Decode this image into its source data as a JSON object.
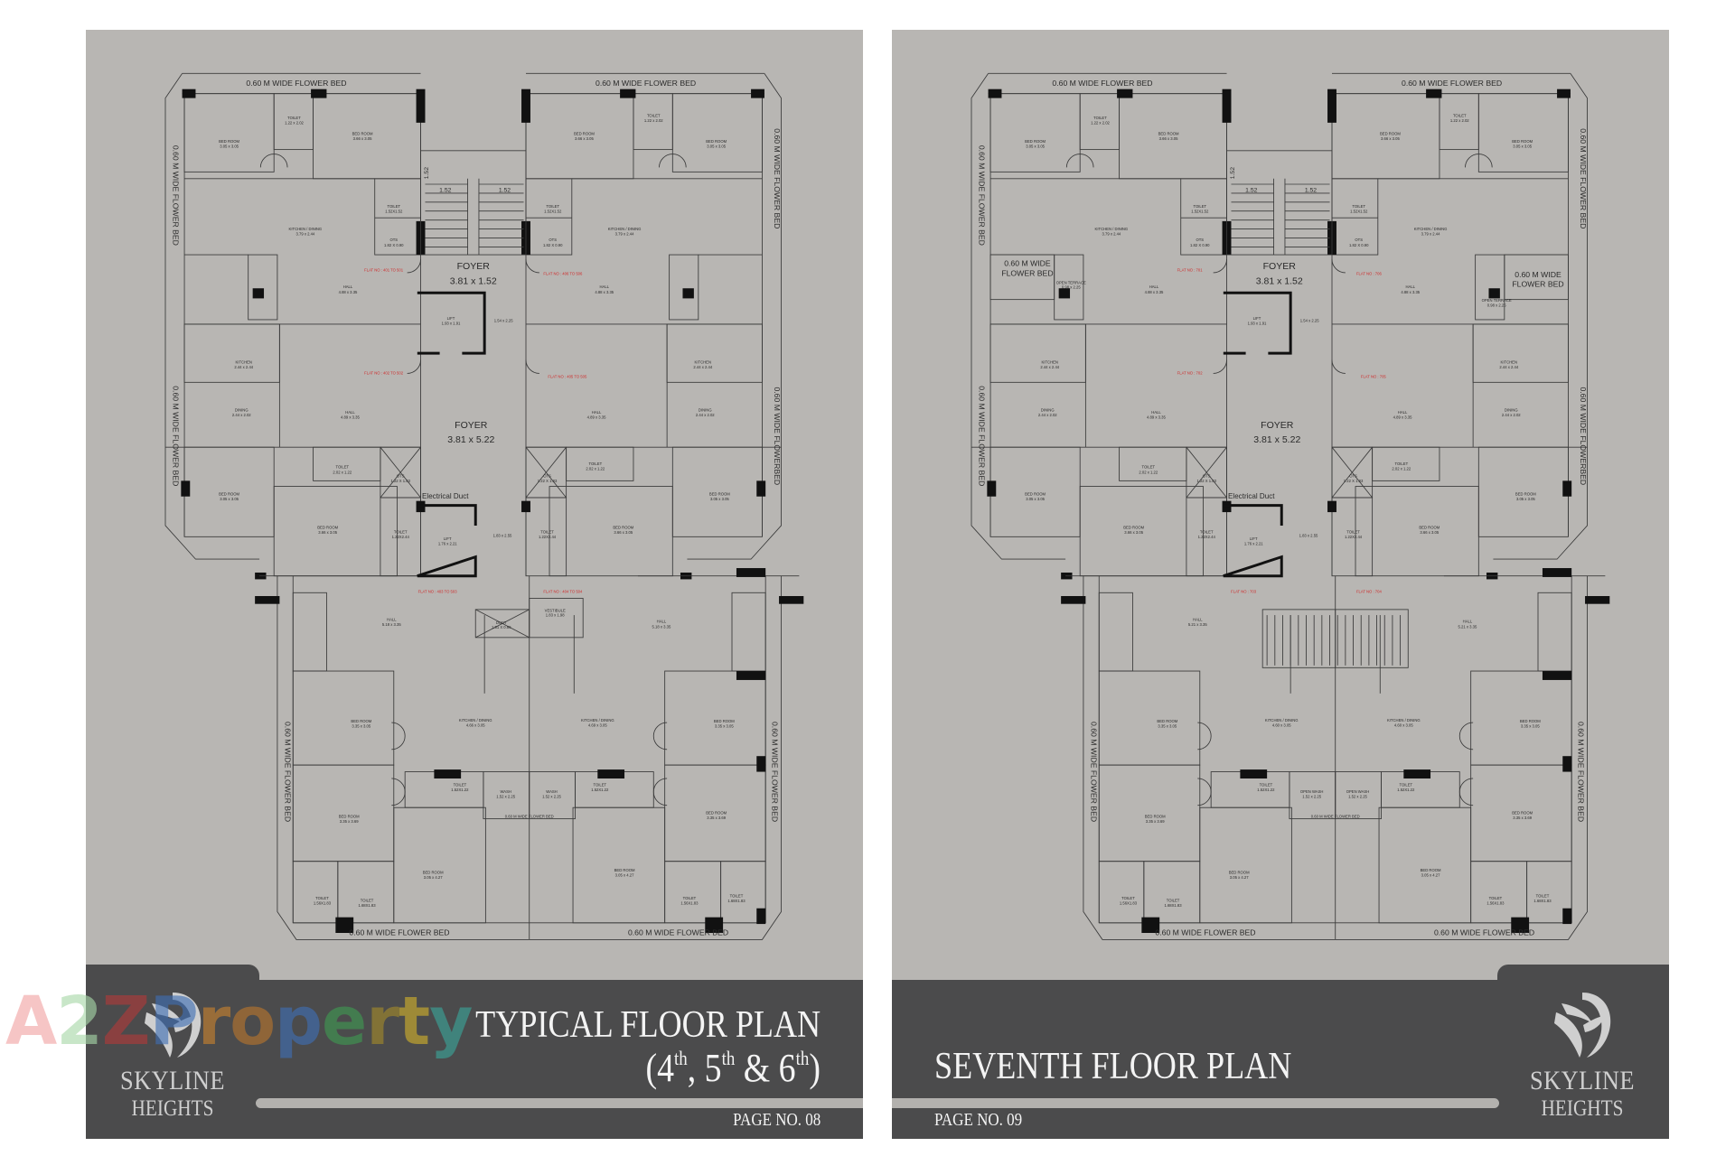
{
  "watermark": {
    "text": "A2Z Property",
    "letter_colors": [
      "#f2a3a3",
      "#a8d8a8",
      "#b23a3a",
      "#3f6fb5",
      "#c9822e",
      "#b9752c",
      "#3f6fb5",
      "#3f9a52",
      "#a48a2a",
      "#d1b22b",
      "#3aa69a"
    ]
  },
  "pages": [
    {
      "title": "TYPICAL FLOOR PLAN",
      "subtitle": {
        "open": "(4",
        "s1": "th",
        "m1": ", 5",
        "s2": "th",
        "m2": " & 6",
        "s3": "th",
        "close": ")"
      },
      "page_no": "PAGE NO. 08",
      "brand": {
        "line1": "SKYLINE",
        "line2": "HEIGHTS"
      },
      "foyers": [
        {
          "label": "FOYER",
          "dims": "3.81 x 1.52"
        },
        {
          "label": "FOYER",
          "dims": "3.81 x 5.22"
        }
      ],
      "electrical_duct": "Electrical Duct",
      "flower_bed": "0.60 M WIDE FLOWER BED",
      "flower_bed_alt": "0.60 M WIDE FLOWERBED",
      "stair_dims": [
        "1.52",
        "1.52",
        "1.52"
      ],
      "flats": [
        "FLAT NO : 401 TO 501",
        "FLAT NO : 406 TO 506",
        "FLAT NO : 402 TO 502",
        "FLAT NO : 405 TO 505",
        "FLAT NO : 403 TO 503",
        "FLAT NO : 404 TO 504"
      ],
      "rooms": [
        {
          "label": "BED ROOM",
          "dims": "3.05 x 3.05"
        },
        {
          "label": "TOILET",
          "dims": "1.22 x 2.02"
        },
        {
          "label": "BED ROOM",
          "dims": "3.66 x 3.05"
        },
        {
          "label": "KITCHEN / DINING",
          "dims": "3.79 x 2.44"
        },
        {
          "label": "TOILET",
          "dims": "1.52X1.52"
        },
        {
          "label": "OTS",
          "dims": "1.82 X 0.90"
        },
        {
          "label": "HALL",
          "dims": "4.88 x 3.35"
        },
        {
          "label": "LIFT",
          "dims": "1.93 x 1.91"
        },
        {
          "label": "",
          "dims": "1.54 x 2.25"
        },
        {
          "label": "KITCHEN",
          "dims": "2.44 x 2.44"
        },
        {
          "label": "DINING",
          "dims": "2.44 x 2.02"
        },
        {
          "label": "HALL",
          "dims": "4.89 x 3.35"
        },
        {
          "label": "TOILET",
          "dims": "2.02 x 1.22"
        },
        {
          "label": "OTS",
          "dims": "1.22 X 1.83"
        },
        {
          "label": "BED ROOM",
          "dims": "3.05 x 3.05"
        },
        {
          "label": "BED ROOM",
          "dims": "3.66 x 3.05"
        },
        {
          "label": "TOILET",
          "dims": "1.22X2.44"
        },
        {
          "label": "LIFT",
          "dims": "1.76 x 2.21"
        },
        {
          "label": "",
          "dims": "1.83 x 2.55"
        },
        {
          "label": "BED ROOM",
          "dims": "3.66 x 3.05"
        },
        {
          "label": "TOILET",
          "dims": "1.22 x 2.02"
        },
        {
          "label": "BED ROOM",
          "dims": "3.05 x 3.05"
        },
        {
          "label": "KITCHEN / DINING",
          "dims": "3.79 x 2.44"
        },
        {
          "label": "TOILET",
          "dims": "1.52X1.52"
        },
        {
          "label": "OTS",
          "dims": "1.82 X 0.90"
        },
        {
          "label": "HALL",
          "dims": "4.88 x 3.35"
        },
        {
          "label": "KITCHEN",
          "dims": "2.44 x 2.44"
        },
        {
          "label": "DINING",
          "dims": "2.44 x 2.02"
        },
        {
          "label": "HALL",
          "dims": "4.89 x 3.35"
        },
        {
          "label": "TOILET",
          "dims": "2.02 x 1.22"
        },
        {
          "label": "OTS",
          "dims": "1.22 X 1.83"
        },
        {
          "label": "BED ROOM",
          "dims": "3.05 x 3.05"
        },
        {
          "label": "BED ROOM",
          "dims": "3.66 x 3.05"
        },
        {
          "label": "TOILET",
          "dims": "1.22X2.44"
        },
        {
          "label": "HALL",
          "dims": "5.18 x 3.35"
        },
        {
          "label": "HALL",
          "dims": "5.18 x 3.35"
        },
        {
          "label": "BED ROOM",
          "dims": "3.35 x 3.05"
        },
        {
          "label": "KITCHEN / DINING",
          "dims": "4.66 x 3.05"
        },
        {
          "label": "KITCHEN / DINING",
          "dims": "4.69 x 3.05"
        },
        {
          "label": "BED ROOM",
          "dims": "3.35 x 3.05"
        },
        {
          "label": "TOILET",
          "dims": "1.52X1.22"
        },
        {
          "label": "TOILET",
          "dims": "1.52X1.22"
        },
        {
          "label": "BED ROOM",
          "dims": "3.35 x 3.69"
        },
        {
          "label": "BED ROOM",
          "dims": "3.35 x 3.69"
        },
        {
          "label": "BED ROOM",
          "dims": "3.05 x 4.27"
        },
        {
          "label": "BED ROOM",
          "dims": "3.05 x 4.27"
        },
        {
          "label": "TOILET",
          "dims": "1.56X1.83"
        },
        {
          "label": "TOILET",
          "dims": "1.68X1.83"
        },
        {
          "label": "TOILET",
          "dims": "1.56X1.83"
        },
        {
          "label": "TOILET",
          "dims": "1.68X1.83"
        }
      ],
      "extras": [
        {
          "label": "DUCT",
          "dims": "1.51 X 0.89"
        },
        {
          "label": "VESTIBULE",
          "dims": "1.83 x 1.98"
        },
        {
          "label": "WASH",
          "dims": "1.52 x 2.25"
        },
        {
          "label": "WASH",
          "dims": "1.52 x 2.25"
        },
        {
          "label": "0.60 M WIDE FLOWER BED",
          "dims": ""
        }
      ]
    },
    {
      "title": "SEVENTH FLOOR PLAN",
      "page_no": "PAGE NO. 09",
      "brand": {
        "line1": "SKYLINE",
        "line2": "HEIGHTS"
      },
      "foyers": [
        {
          "label": "FOYER",
          "dims": "3.81 x 1.52"
        },
        {
          "label": "FOYER",
          "dims": "3.81 x 5.22"
        }
      ],
      "electrical_duct": "Electrical Duct",
      "flower_bed": "0.60 M WIDE FLOWER BED",
      "flower_bed_alt": "0.60 M WIDE FLOWERBED",
      "stair_dims": [
        "1.52",
        "1.52",
        "1.52"
      ],
      "flats": [
        "FLAT NO : 701",
        "FLAT NO : 706",
        "FLAT NO : 702",
        "FLAT NO : 705",
        "FLAT NO : 703",
        "FLAT NO : 704"
      ],
      "rooms": [
        {
          "label": "BED ROOM",
          "dims": "3.05 x 3.05"
        },
        {
          "label": "TOILET",
          "dims": "1.22 x 2.02"
        },
        {
          "label": "BED ROOM",
          "dims": "3.66 x 3.05"
        },
        {
          "label": "KITCHEN / DINING",
          "dims": "3.79 x 2.44"
        },
        {
          "label": "TOILET",
          "dims": "1.52X1.52"
        },
        {
          "label": "OTS",
          "dims": "1.82 X 0.90"
        },
        {
          "label": "HALL",
          "dims": "4.88 x 3.35"
        },
        {
          "label": "LIFT",
          "dims": "1.93 x 1.91"
        },
        {
          "label": "",
          "dims": "1.54 x 2.25"
        },
        {
          "label": "KITCHEN",
          "dims": "2.44 x 2.44"
        },
        {
          "label": "DINING",
          "dims": "2.44 x 2.02"
        },
        {
          "label": "HALL",
          "dims": "4.89 x 3.35"
        },
        {
          "label": "TOILET",
          "dims": "2.02 x 1.22"
        },
        {
          "label": "OTS",
          "dims": "1.22 X 1.83"
        },
        {
          "label": "BED ROOM",
          "dims": "3.05 x 3.05"
        },
        {
          "label": "BED ROOM",
          "dims": "3.66 x 3.05"
        },
        {
          "label": "TOILET",
          "dims": "1.22X2.44"
        },
        {
          "label": "LIFT",
          "dims": "1.76 x 2.21"
        },
        {
          "label": "",
          "dims": "1.83 x 2.55"
        },
        {
          "label": "BED ROOM",
          "dims": "3.66 x 3.05"
        },
        {
          "label": "TOILET",
          "dims": "1.22 x 2.02"
        },
        {
          "label": "BED ROOM",
          "dims": "3.05 x 3.05"
        },
        {
          "label": "KITCHEN / DINING",
          "dims": "3.79 x 2.44"
        },
        {
          "label": "TOILET",
          "dims": "1.52X1.52"
        },
        {
          "label": "OTS",
          "dims": "1.82 X 0.90"
        },
        {
          "label": "HALL",
          "dims": "4.88 x 3.35"
        },
        {
          "label": "KITCHEN",
          "dims": "2.44 x 2.44"
        },
        {
          "label": "DINING",
          "dims": "2.44 x 2.02"
        },
        {
          "label": "HALL",
          "dims": "4.89 x 3.35"
        },
        {
          "label": "TOILET",
          "dims": "2.02 x 1.22"
        },
        {
          "label": "OTS",
          "dims": "1.22 X 1.83"
        },
        {
          "label": "BED ROOM",
          "dims": "3.05 x 3.05"
        },
        {
          "label": "BED ROOM",
          "dims": "3.66 x 3.05"
        },
        {
          "label": "TOILET",
          "dims": "1.22X2.44"
        },
        {
          "label": "HALL",
          "dims": "5.21 x 3.35"
        },
        {
          "label": "HALL",
          "dims": "5.21 x 3.35"
        },
        {
          "label": "BED ROOM",
          "dims": "3.35 x 3.05"
        },
        {
          "label": "KITCHEN / DINING",
          "dims": "4.60 x 3.05"
        },
        {
          "label": "KITCHEN / DINING",
          "dims": "4.60 x 3.05"
        },
        {
          "label": "BED ROOM",
          "dims": "3.35 x 3.05"
        },
        {
          "label": "TOILET",
          "dims": "1.52X1.22"
        },
        {
          "label": "TOILET",
          "dims": "1.52X1.22"
        },
        {
          "label": "BED ROOM",
          "dims": "3.35 x 3.69"
        },
        {
          "label": "BED ROOM",
          "dims": "3.35 x 3.69"
        },
        {
          "label": "BED ROOM",
          "dims": "3.05 x 4.27"
        },
        {
          "label": "BED ROOM",
          "dims": "3.05 x 4.27"
        },
        {
          "label": "TOILET",
          "dims": "1.56X1.83"
        },
        {
          "label": "TOILET",
          "dims": "1.68X1.83"
        },
        {
          "label": "TOILET",
          "dims": "1.56X1.83"
        },
        {
          "label": "TOILET",
          "dims": "1.68X1.83"
        }
      ],
      "extras": [
        {
          "label": "0.60 M WIDE",
          "dims": "FLOWER BED"
        },
        {
          "label": "0.60 M WIDE",
          "dims": "FLOWER BED"
        },
        {
          "label": "OPEN WASH",
          "dims": "1.52 x 2.25"
        },
        {
          "label": "OPEN WASH",
          "dims": "1.52 x 2.25"
        },
        {
          "label": "0.60 M WIDE FLOWER BED",
          "dims": ""
        },
        {
          "label": "OPEN TERRACE",
          "dims": "0.98 x 2.25"
        },
        {
          "label": "OPEN TERRACE",
          "dims": "0.98 x 2.25"
        }
      ]
    }
  ]
}
